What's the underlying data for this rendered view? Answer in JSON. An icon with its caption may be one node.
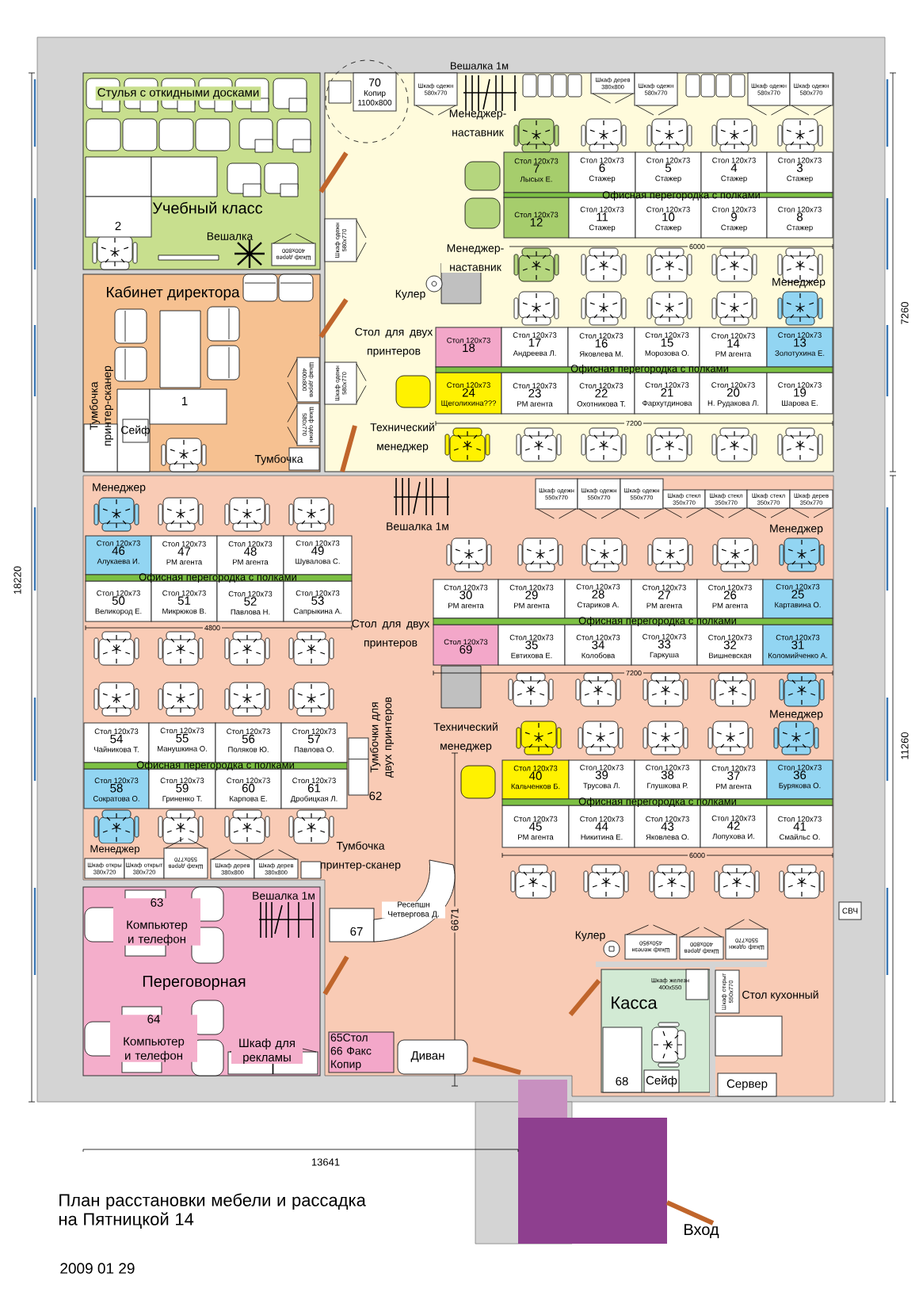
{
  "diagram": {
    "title": "План расстановки мебели и рассадка на Пятницкой 14",
    "nodes": [
      {
        "text": [],
        "shape": "box"
      },
      {
        "text": [],
        "shape": "box"
      },
      {
        "text": [
          "Учебный класс"
        ]
      },
      {
        "text": [
          "Кабинет директора"
        ]
      },
      {
        "text": [
          "Переговорная"
        ]
      },
      {
        "text": [
          "Касса"
        ],
        "in": 1
      },
      {
        "text": [
          "Стол 120x73",
          "7",
          "Лысых Е."
        ],
        "in": 0
      },
      {
        "text": [
          "Стол 120x73",
          "6",
          "Стажер"
        ],
        "in": 0
      },
      {
        "text": [
          "Стол 120x73",
          "5",
          "Стажер"
        ],
        "in": 0
      },
      {
        "text": [
          "Стол 120x73",
          "4",
          "Стажер"
        ],
        "in": 0
      },
      {
        "text": [
          "Стол 120x73",
          "3",
          "Стажер"
        ],
        "in": 0
      },
      {
        "text": [
          "Стол 120x73",
          "12"
        ],
        "in": 0
      },
      {
        "text": [
          "Стол 120x73",
          "11",
          "Стажер"
        ],
        "in": 0
      },
      {
        "text": [
          "Стол 120x73",
          "10",
          "Стажер"
        ],
        "in": 0
      },
      {
        "text": [
          "Стол 120x73",
          "9",
          "Стажер"
        ],
        "in": 0
      },
      {
        "text": [
          "Стол 120x73",
          "8",
          "Стажер"
        ],
        "in": 0
      },
      {
        "text": [
          "Стол 120x73",
          "18"
        ],
        "in": 0
      },
      {
        "text": [
          "Стол 120x73",
          "17",
          "Андреева Л."
        ],
        "in": 0
      },
      {
        "text": [
          "Стол 120x73",
          "16",
          "Яковлева М."
        ],
        "in": 0
      },
      {
        "text": [
          "Стол 120x73",
          "15",
          "Морозова О."
        ],
        "in": 0
      },
      {
        "text": [
          "Стол 120x73",
          "14",
          "РМ агента"
        ],
        "in": 0
      },
      {
        "text": [
          "Стол 120x73",
          "13",
          "Золотухина Е."
        ],
        "in": 0
      },
      {
        "text": [
          "Стол 120x73",
          "24",
          "Щеголихина???"
        ],
        "in": 0
      },
      {
        "text": [
          "Стол 120x73",
          "23",
          "РМ агента"
        ],
        "in": 0
      },
      {
        "text": [
          "Стол 120x73",
          "22",
          "Охотникова Т."
        ],
        "in": 0
      },
      {
        "text": [
          "Стол 120x73",
          "21",
          "Фархутдинова"
        ],
        "in": 0
      },
      {
        "text": [
          "Стол 120x73",
          "20",
          "Н. Рудакова Л."
        ],
        "in": 0
      },
      {
        "text": [
          "Стол 120x73",
          "19",
          "Шарова Е."
        ],
        "in": 0
      },
      {
        "text": [
          "Стол 120x73",
          "46",
          "Алукаева И."
        ],
        "in": 1
      },
      {
        "text": [
          "Стол 120x73",
          "47",
          "РМ агента"
        ],
        "in": 1
      },
      {
        "text": [
          "Стол 120x73",
          "48",
          "РМ агента"
        ],
        "in": 1
      },
      {
        "text": [
          "Стол 120x73",
          "49",
          "Шувалова С."
        ],
        "in": 1
      },
      {
        "text": [
          "Стол 120x73",
          "50",
          "Великород Е."
        ],
        "in": 1
      },
      {
        "text": [
          "Стол 120x73",
          "51",
          "Микрюков В."
        ],
        "in": 1
      },
      {
        "text": [
          "Стол 120x73",
          "52",
          "Павлова Н."
        ],
        "in": 1
      },
      {
        "text": [
          "Стол 120x73",
          "53",
          "Сапрыкина А."
        ],
        "in": 1
      },
      {
        "text": [
          "Стол 120x73",
          "54",
          "Чайникова Т."
        ],
        "in": 1
      },
      {
        "text": [
          "Стол 120x73",
          "55",
          "Манушкина О."
        ],
        "in": 1
      },
      {
        "text": [
          "Стол 120x73",
          "56",
          "Поляков Ю."
        ],
        "in": 1
      },
      {
        "text": [
          "Стол 120x73",
          "57",
          "Павлова О."
        ],
        "in": 1
      },
      {
        "text": [
          "Стол 120x73",
          "58",
          "Сократова О."
        ],
        "in": 1
      },
      {
        "text": [
          "Стол 120x73",
          "59",
          "Гриненко Т."
        ],
        "in": 1
      },
      {
        "text": [
          "Стол 120x73",
          "60",
          "Карпова Е."
        ],
        "in": 1
      },
      {
        "text": [
          "Стол 120x73",
          "61",
          "Дробицкая Л."
        ],
        "in": 1
      },
      {
        "text": [
          "Стол 120x73",
          "30",
          "РМ агента"
        ],
        "in": 1
      },
      {
        "text": [
          "Стол 120x73",
          "29",
          "РМ агента"
        ],
        "in": 1
      },
      {
        "text": [
          "Стол 120x73",
          "28",
          "Стариков А."
        ],
        "in": 1
      },
      {
        "text": [
          "Стол 120x73",
          "27",
          "РМ агента"
        ],
        "in": 1
      },
      {
        "text": [
          "Стол 120x73",
          "26",
          "РМ агента"
        ],
        "in": 1
      },
      {
        "text": [
          "Стол 120x73",
          "25",
          "Картавина О."
        ],
        "in": 1
      },
      {
        "text": [
          "Стол 120x73",
          "69"
        ],
        "in": 1
      },
      {
        "text": [
          "Стол 120x73",
          "35",
          "Евтихова Е."
        ],
        "in": 1
      },
      {
        "text": [
          "Стол 120x73",
          "34",
          "Колобова"
        ],
        "in": 1
      },
      {
        "text": [
          "Стол 120x73",
          "33",
          "Гаркуша"
        ],
        "in": 1
      },
      {
        "text": [
          "Стол 120x73",
          "32",
          "Вишневская"
        ],
        "in": 1
      },
      {
        "text": [
          "Стол 120x73",
          "31",
          "Коломийченко А."
        ],
        "in": 1
      },
      {
        "text": [
          "Стол 120x73",
          "40",
          "Кальченков Б."
        ],
        "in": 1
      },
      {
        "text": [
          "Стол 120x73",
          "39",
          "Трусова Л."
        ],
        "in": 1
      },
      {
        "text": [
          "Стол 120x73",
          "38",
          "Глушкова Р."
        ],
        "in": 1
      },
      {
        "text": [
          "Стол 120x73",
          "37",
          "РМ агента"
        ],
        "in": 1
      },
      {
        "text": [
          "Стол 120x73",
          "36",
          "Бурякова О."
        ],
        "in": 1
      },
      {
        "text": [
          "Стол 120x73",
          "45",
          "РМ агента"
        ],
        "in": 1
      },
      {
        "text": [
          "Стол 120x73",
          "44",
          "Никитина Е."
        ],
        "in": 1
      },
      {
        "text": [
          "Стол 120x73",
          "43",
          "Яковлева О."
        ],
        "in": 1
      },
      {
        "text": [
          "Стол 120x73",
          "42",
          "Лопухова И."
        ],
        "in": 1
      },
      {
        "text": [
          "Стол 120x73",
          "41",
          "Смайльс О."
        ],
        "in": 1
      },
      {
        "text": [
          "Офисная перегородка с полками"
        ],
        "in": 0
      },
      {
        "text": [
          "Офисная перегородка с полками"
        ],
        "in": 0
      },
      {
        "text": [
          "Офисная перегородка с полками"
        ],
        "in": 1
      },
      {
        "text": [
          "Офисная перегородка с полками"
        ],
        "in": 1
      },
      {
        "text": [
          "Офисная перегородка с полками"
        ],
        "in": 1
      },
      {
        "text": [
          "Офисная перегородка с полками"
        ],
        "in": 1
      },
      {
        "text": [
          "2"
        ],
        "in": 2
      },
      {
        "text": [
          "1"
        ],
        "in": 3
      },
      {
        "text": [
          "Сейф"
        ],
        "in": 3
      },
      {
        "text": [
          "Тумбочка"
        ],
        "in": 3
      },
      {
        "text": [
          "Тумбочка принтер-сканер"
        ],
        "in": 3
      },
      {
        "text": [
          "Шкаф дерев 400x800"
        ],
        "in": 2
      },
      {
        "text": [
          "Шкаф дерев 400x800"
        ],
        "in": 3
      },
      {
        "text": [
          "Шкаф одежн 580x770"
        ],
        "in": 3
      },
      {
        "text": [
          "70",
          "Копир 1100x800"
        ],
        "in": 0
      },
      {
        "text": [
          "Шкаф одежн 580x770"
        ],
        "in": 0
      },
      {
        "text": [
          "Шкаф дерев 380x800"
        ],
        "in": 0
      },
      {
        "text": [
          "Шкаф одежн 580x770"
        ],
        "in": 0
      },
      {
        "text": [
          "Шкаф одежн 580x770"
        ],
        "in": 0
      },
      {
        "text": [
          "Шкаф одежн 580x770"
        ],
        "in": 0
      },
      {
        "text": [
          "Шкаф одежн 580x770"
        ],
        "in": 0
      },
      {
        "text": [
          "Шкаф одежн 580x770"
        ],
        "in": 0
      },
      {
        "text": [
          "Шкаф одежн 550x770"
        ],
        "in": 1
      },
      {
        "text": [
          "Шкаф одежн 550x770"
        ],
        "in": 1
      },
      {
        "text": [
          "Шкаф одежн 550x770"
        ],
        "in": 1
      },
      {
        "text": [
          "Шкаф стекл 350x770"
        ],
        "in": 1
      },
      {
        "text": [
          "Шкаф стекл 350x770"
        ],
        "in": 1
      },
      {
        "text": [
          "Шкаф стекл 350x770"
        ],
        "in": 1
      },
      {
        "text": [
          "Шкаф дерев 350x770"
        ],
        "in": 1
      },
      {
        "text": [
          "Шкаф откры 380x720"
        ],
        "in": 1
      },
      {
        "text": [
          "Шкаф открыт 380x720"
        ],
        "in": 1
      },
      {
        "text": [
          "Шкаф дерев 550x770"
        ],
        "in": 1
      },
      {
        "text": [
          "Шкаф дерев 380x800"
        ],
        "in": 1
      },
      {
        "text": [
          "Шкаф дерев 380x800"
        ],
        "in": 1
      },
      {
        "text": [
          "Шкаф железн 450x950"
        ],
        "in": 1
      },
      {
        "text": [
          "Шкаф дерев 400x800"
        ],
        "in": 1
      },
      {
        "text": [
          "Шкаф одежн 550x770"
        ],
        "in": 1
      },
      {
        "text": [
          "Шкаф железн 400x550"
        ],
        "in": 5
      },
      {
        "text": [
          "68"
        ],
        "in": 5
      },
      {
        "text": [
          "Сейф"
        ],
        "in": 5
      },
      {
        "text": [
          "Шкаф открыт 550x770"
        ],
        "in": 1
      },
      {
        "text": [
          "Сервер"
        ],
        "in": 1
      },
      {
        "text": [
          "СВЧ"
        ]
      },
      {
        "text": [
          "Диван"
        ],
        "in": 1
      },
      {
        "text": [
          "65Стол 66 Факс Копир"
        ],
        "in": 1
      },
      {
        "text": [
          "67"
        ],
        "in": 1
      },
      {
        "text": [
          "Ресепшн Четвергова Д."
        ],
        "in": 1
      },
      {
        "text": [
          "63",
          "Компьютер и телефон"
        ],
        "in": 4
      },
      {
        "text": [
          "64",
          "Компьютер и телефон"
        ],
        "in": 4
      },
      {
        "text": [
          "Шкаф для рекламы"
        ],
        "in": 4
      },
      {
        "text": [
          "Тумбочки для двух принтеров"
        ],
        "beside": [
          "62"
        ],
        "in": 1
      },
      {
        "text": [
          "Стол кухонный"
        ],
        "in": 1
      }
    ],
    "labels": [
      "Стулья с откидными досками",
      "Вешалка",
      "Вешалка 1м",
      "Менеджер-наставник",
      "Менеджер-наставник",
      "Кулер",
      "Стол для двух принтеров",
      "Менеджер",
      "Технический менеджер",
      "Менеджер",
      "Вешалка 1м",
      "Менеджер",
      "Стол для двух принтеров",
      "Технический менеджер",
      "Менеджер",
      "Менеджер",
      "Тумбочка принтер-сканер",
      "Вешалка 1м",
      "Кулер",
      "6000",
      "7200",
      "4800",
      "7200",
      "6000",
      "6671",
      "18220",
      "7260",
      "11260",
      "13641",
      "Вход",
      "2009 01 29"
    ]
  }
}
